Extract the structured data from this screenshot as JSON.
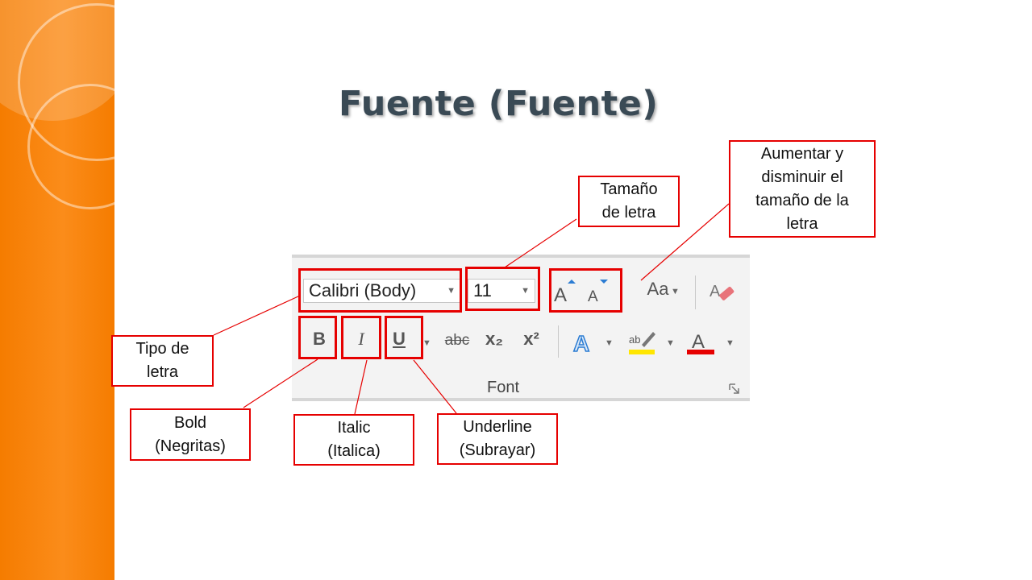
{
  "slide": {
    "title": "Fuente (Fuente)",
    "accent_color": "#f57c00",
    "highlight_color": "#e60000"
  },
  "ribbon": {
    "font_name": "Calibri (Body)",
    "font_size": "11",
    "change_case_label": "Aa",
    "strikethrough_label": "abc",
    "subscript_label": "x₂",
    "superscript_label": "x²",
    "group_label": "Font",
    "icons": [
      "grow-font-icon",
      "shrink-font-icon",
      "change-case-icon",
      "clear-formatting-icon",
      "bold-icon",
      "italic-icon",
      "underline-icon",
      "strikethrough-icon",
      "subscript-icon",
      "superscript-icon",
      "text-effects-icon",
      "highlight-color-icon",
      "font-color-icon",
      "dialog-launcher-icon"
    ]
  },
  "callouts": {
    "font_size": [
      "Tamaño",
      "de letra"
    ],
    "grow_shrink": [
      "Aumentar y",
      "disminuir el",
      "tamaño de la",
      "letra"
    ],
    "font_type": [
      "Tipo de",
      "letra"
    ],
    "bold": [
      "Bold",
      "(Negritas)"
    ],
    "italic": [
      "Italic",
      "(Italica)"
    ],
    "underline": [
      "Underline",
      "(Subrayar)"
    ]
  }
}
